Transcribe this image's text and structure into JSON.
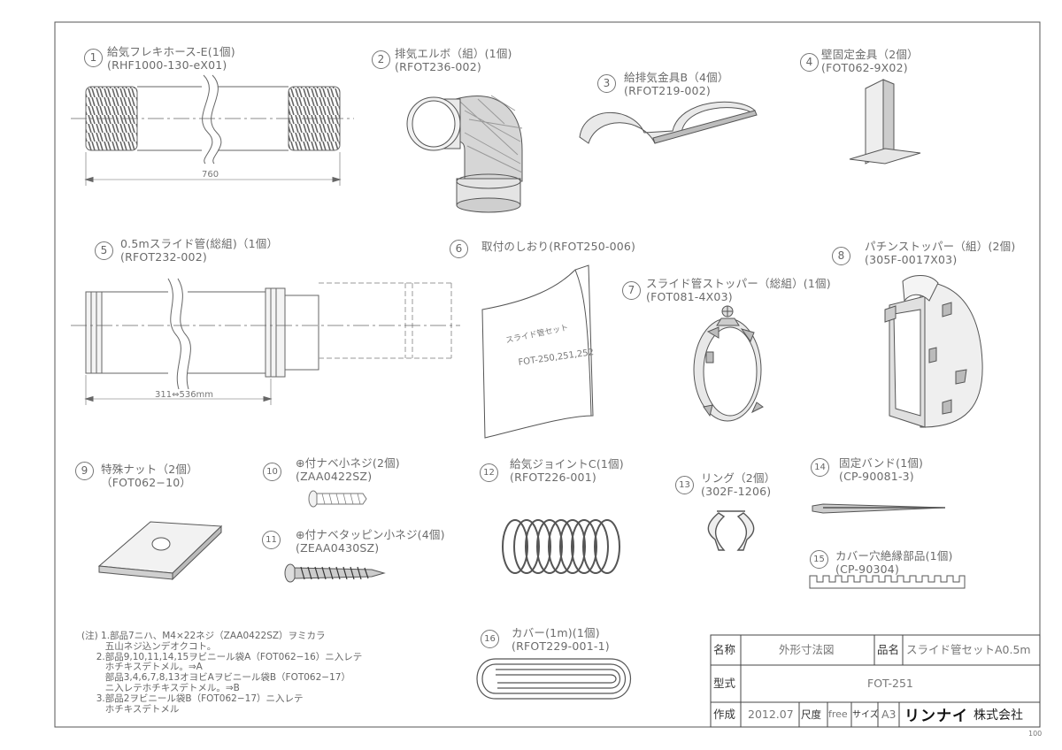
{
  "parts": [
    {
      "no": "1",
      "name": "給気フレキホース-E(1個)",
      "code": "(RHF1000-130-eX01)",
      "icon": "flexible-hose-drawing"
    },
    {
      "no": "2",
      "name": "排気エルボ（組）(1個)",
      "code": "(RFOT236-002)",
      "icon": "exhaust-elbow-drawing"
    },
    {
      "no": "3",
      "name": "給排気金具B（4個）",
      "code": "(RFOT219-002)",
      "icon": "bracket-b-drawing"
    },
    {
      "no": "4",
      "name": "壁固定金具（2個）",
      "code": "(FOT062-9X02)",
      "icon": "wall-bracket-drawing"
    },
    {
      "no": "5",
      "name": "0.5mスライド管(総組)（1個）",
      "code": "(RFOT232-002)",
      "icon": "slide-pipe-drawing"
    },
    {
      "no": "6",
      "name": "取付のしおり(RFOT250-006)",
      "code": "",
      "icon": "manual-booklet-drawing"
    },
    {
      "no": "7",
      "name": "スライド管ストッパー（総組）(1個)",
      "code": "(FOT081-4X03)",
      "icon": "pipe-stopper-drawing"
    },
    {
      "no": "8",
      "name": "パチンストッパー（組）(2個)",
      "code": "(305F-0017X03)",
      "icon": "snap-stopper-drawing"
    },
    {
      "no": "9",
      "name": "特殊ナット（2個）",
      "code": "（FOT062−10）",
      "icon": "special-nut-drawing"
    },
    {
      "no": "10",
      "name": "⊕付ナベ小ネジ(2個)",
      "code": "(ZAA0422SZ)",
      "icon": "pan-screw-drawing"
    },
    {
      "no": "11",
      "name": "⊕付ナベタッピン小ネジ(4個)",
      "code": "(ZEAA0430SZ)",
      "icon": "tapping-screw-drawing"
    },
    {
      "no": "12",
      "name": "給気ジョイントC(1個)",
      "code": "(RFOT226-001)",
      "icon": "intake-joint-drawing"
    },
    {
      "no": "13",
      "name": "リング（2個）",
      "code": "(302F-1206)",
      "icon": "ring-drawing"
    },
    {
      "no": "14",
      "name": "固定バンド(1個)",
      "code": "(CP-90081-3)",
      "icon": "fixing-band-drawing"
    },
    {
      "no": "15",
      "name": "カバー穴絶縁部品(1個)",
      "code": "(CP-90304)",
      "icon": "insulation-strip-drawing"
    },
    {
      "no": "16",
      "name": "カバー(1m)(1個)",
      "code": "(RFOT229-001-1)",
      "icon": "cover-coil-drawing"
    }
  ],
  "dimensions": {
    "hose_length": "760",
    "slide_range": "311⇔536mm"
  },
  "booklet": {
    "title": "スライド管セット",
    "models": "FOT-250,251,252"
  },
  "notes": [
    "(注) 1.部品7ニハ、M4×22ネジ（ZAA0422SZ）ヲミカラ",
    "        五山ネジ込ンデオクコト。",
    "     2.部品9,10,11,14,15ヲビニール袋A（FOT062−16）ニ入レテ",
    "        ホチキスデトメル。⇒A",
    "        部品3,4,6,7,8,13オヨビAヲビニール袋B（FOT062−17）",
    "        ニ入レテホチキスデトメル。⇒B",
    "     3.部品2ヲビニール袋B（FOT062−17）ニ入レテ",
    "        ホチキスデトメル"
  ],
  "title_block": {
    "name_label": "名称",
    "name_value": "外形寸法図",
    "product_label": "品名",
    "product_value": "スライド管セットA0.5m",
    "model_label": "型式",
    "model_value": "FOT-251",
    "created_label": "作成",
    "created_value": "2012.07",
    "scale_label": "尺度",
    "scale_value": "free",
    "size_label": "サイズ",
    "size_value": "A3",
    "brand": "リンナイ",
    "company_suffix": "株式会社",
    "sheet_no": "100"
  },
  "colors": {
    "line": "#6e6e6e",
    "fill": "#d9d9d9",
    "text": "#6b6b6b"
  }
}
